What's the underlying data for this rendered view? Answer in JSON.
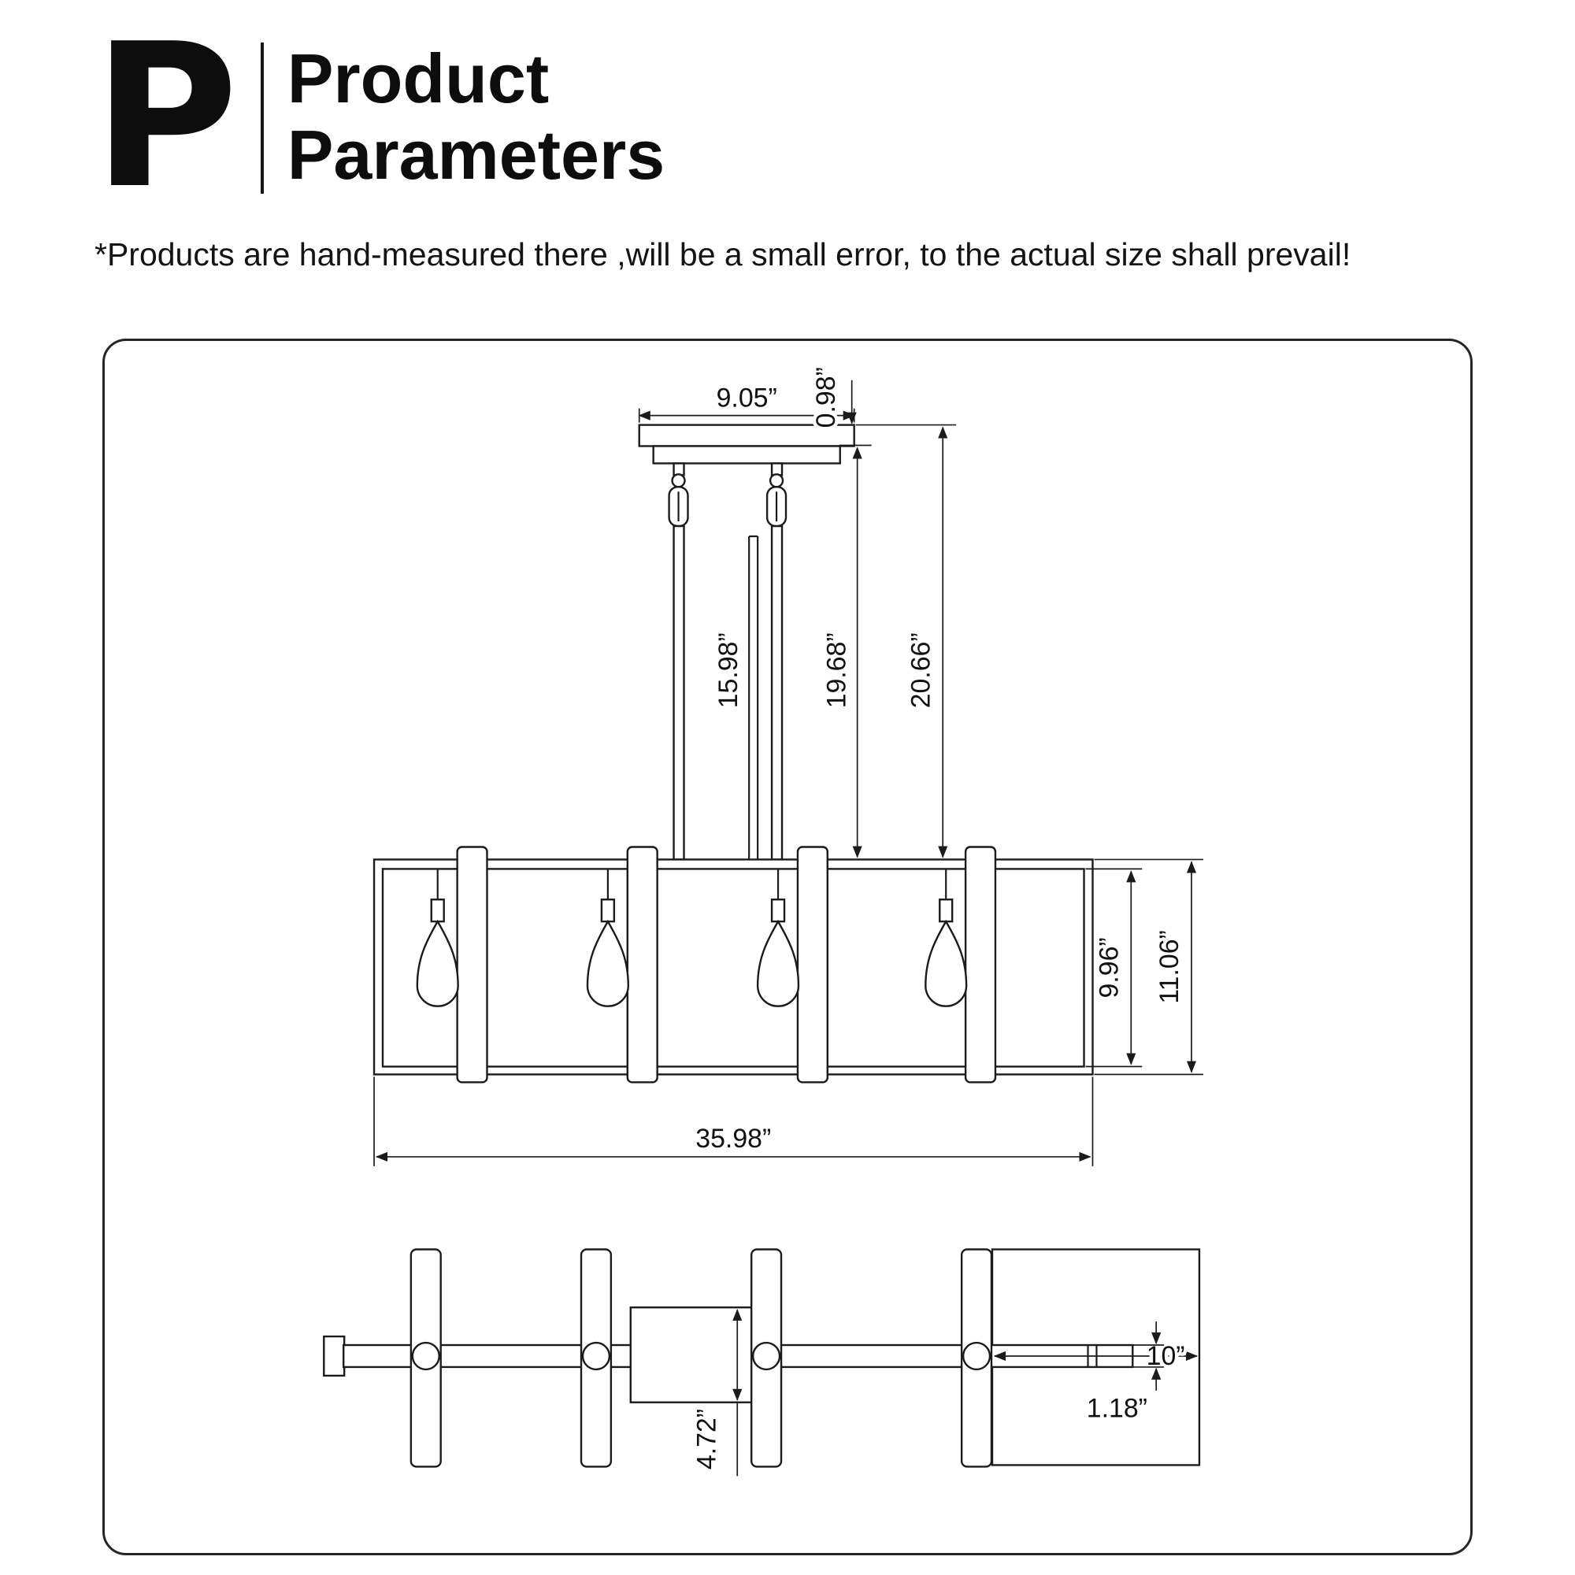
{
  "header": {
    "letter": "P",
    "title_line1": "Product",
    "title_line2": "Parameters",
    "disclaimer": "*Products are hand-measured there ,will be a small error, to the actual size shall prevail!"
  },
  "diagram": {
    "front_view": {
      "canopy_width": "9.05”",
      "canopy_height": "0.98”",
      "rod_length": "15.98”",
      "drop_inner": "19.68”",
      "drop_total": "20.66”",
      "shade_height": "9.96”",
      "fixture_height": "11.06”",
      "fixture_length": "35.98”"
    },
    "top_view": {
      "end_shade_depth": "10”",
      "band_width": "1.18”",
      "center_plate_depth": "4.72”"
    }
  }
}
